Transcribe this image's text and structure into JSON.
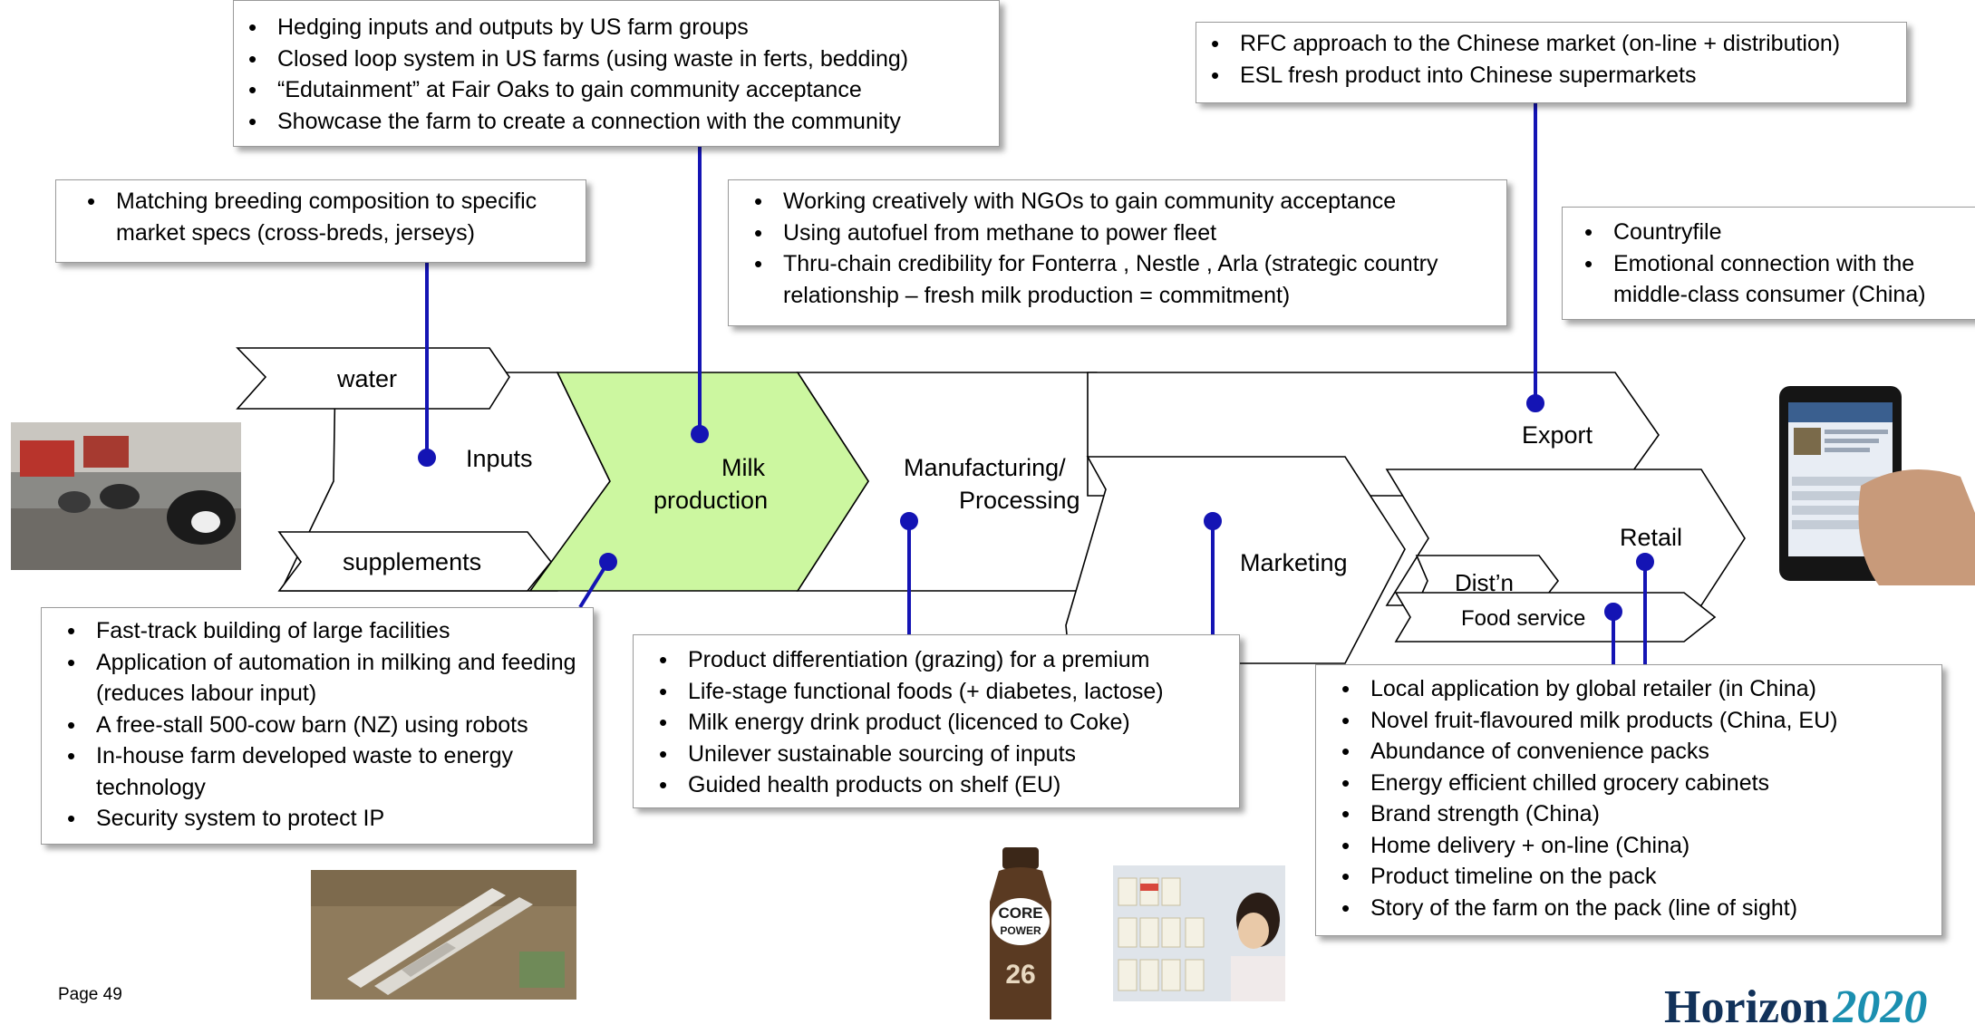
{
  "stages": {
    "water": "water",
    "inputs": "Inputs",
    "supplements": "supplements",
    "milk_production": [
      "Milk",
      "production"
    ],
    "manufacturing": [
      "Manufacturing/",
      "Processing"
    ],
    "marketing": "Marketing",
    "export": "Export",
    "retail": "Retail",
    "distribution": "Dist’n",
    "food_service": "Food service"
  },
  "boxes": {
    "us_farm": [
      "Hedging inputs and outputs by US farm groups",
      "Closed loop system in US farms (using waste in ferts, bedding)",
      "“Edutainment” at Fair Oaks to gain community acceptance",
      "Showcase the farm to create a connection with the community"
    ],
    "breeding": [
      "Matching breeding composition to specific market specs (cross-breds, jerseys)"
    ],
    "ngo": [
      "Working creatively with NGOs to gain community acceptance",
      "Using autofuel from methane to power fleet",
      "Thru-chain credibility for Fonterra , Nestle , Arla (strategic country relationship – fresh milk production = commitment)"
    ],
    "export": [
      "RFC approach to the Chinese market (on-line + distribution)",
      "ESL fresh product into Chinese supermarkets"
    ],
    "countryfile": [
      "Countryfile",
      "Emotional connection with the middle-class consumer (China)"
    ],
    "facilities": [
      "Fast-track building of large facilities",
      "Application of automation in milking and feeding (reduces labour input)",
      "A free-stall  500-cow barn (NZ) using robots",
      "In-house farm developed waste to energy technology",
      "Security system to protect IP"
    ],
    "products": [
      "Product differentiation (grazing) for a premium",
      "Life-stage functional foods (+ diabetes, lactose)",
      "Milk energy drink product (licenced to Coke)",
      "Unilever sustainable sourcing of inputs",
      "Guided health products on shelf (EU)"
    ],
    "retail": [
      "Local application by global retailer (in China)",
      "Novel fruit-flavoured milk products (China, EU)",
      "Abundance of convenience packs",
      "Energy efficient chilled grocery cabinets",
      "Brand strength (China)",
      "Home delivery + on-line  (China)",
      "Product timeline on the pack",
      "Story of the farm on the pack (line of sight)"
    ]
  },
  "product_label": {
    "brand": "CORE",
    "brand2": "POWER",
    "number": "26"
  },
  "footer": {
    "page": "Page 49",
    "logo_word": "Horizon",
    "logo_year": "2020"
  },
  "colors": {
    "connector": "#1414b4",
    "milk_fill": "#ccf7a0",
    "logo": "#12325a"
  }
}
